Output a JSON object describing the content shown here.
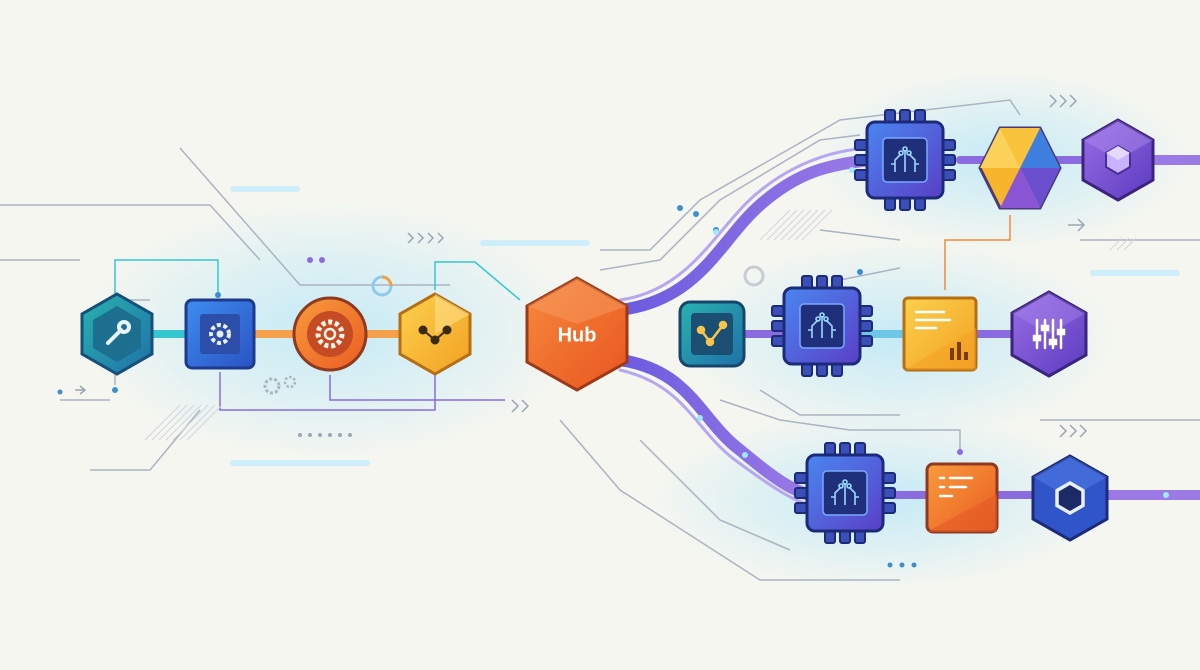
{
  "diagram": {
    "hub": {
      "label": "Hub",
      "color": "#f26b2c"
    },
    "colors": {
      "background": "#f5f6f0",
      "teal_pipe": "#35c6cf",
      "orange_pipe": "#f5a04a",
      "purple_pipe": "#8a6be0",
      "circuit_line": "#a9b4c2",
      "glow": "#bfe9f7",
      "chip_blue": "#3566d6",
      "chip_purple": "#6a4fd0",
      "teal_node": "#1e9fa3",
      "yellow_node": "#f7b52b",
      "orange_node": "#f0782c",
      "violet_node": "#7447c9"
    },
    "input_chain": [
      {
        "name": "hex-tool-node",
        "icon": "wrench-icon"
      },
      {
        "name": "square-settings-node",
        "icon": "gear-icon"
      },
      {
        "name": "round-gear-node",
        "icon": "gear-icon"
      },
      {
        "name": "hex-network-node",
        "icon": "network-icon"
      }
    ],
    "branches": [
      {
        "name": "top-branch",
        "stages": [
          "processor-chip",
          "multi-color-hexagon",
          "purple-gem-hexagon"
        ]
      },
      {
        "name": "middle-branch",
        "stages": [
          "chart-node",
          "processor-chip",
          "document-chart-card",
          "sliders-hexagon"
        ]
      },
      {
        "name": "bottom-branch",
        "stages": [
          "processor-chip",
          "document-card",
          "hexagon-ring-node"
        ]
      }
    ]
  }
}
